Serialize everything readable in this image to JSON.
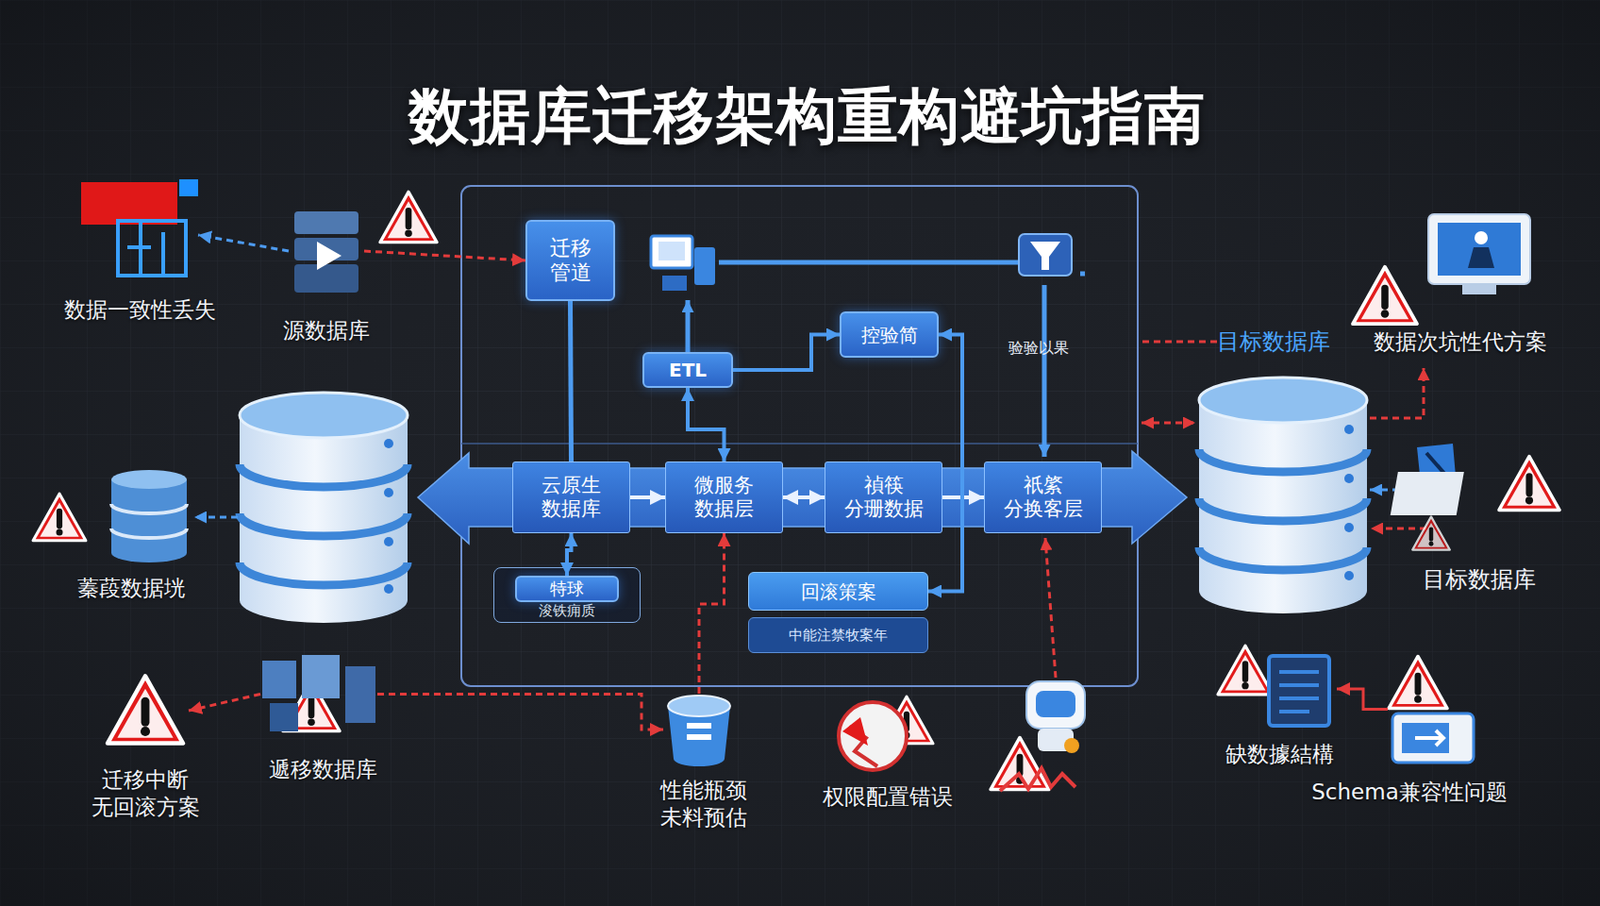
{
  "diagram": {
    "title": "数据库迁移架构重构避坑指南",
    "nodes": [
      {
        "text": [
          "数据一致性丢失"
        ]
      },
      {
        "text": [
          "源数据库"
        ]
      },
      {
        "text": [
          "迁移 管道"
        ]
      },
      {
        "text": [
          "ETL"
        ]
      },
      {
        "text": [
          "控验简"
        ]
      },
      {
        "text": [
          "云原生 数据库"
        ]
      },
      {
        "text": [
          "微服务 数据层"
        ]
      },
      {
        "text": [
          "禎筷 分珊数据"
        ]
      },
      {
        "text": [
          "祇綮 分换客层"
        ]
      },
      {
        "text": [
          "浚铁痈质"
        ]
      },
      {
        "text": [
          "特球"
        ],
        "in": 9
      },
      {
        "text": [
          "回滚策案"
        ]
      },
      {
        "text": [
          "中能注禁牧案年"
        ]
      },
      {
        "text": [
          "蓁葮数据垙"
        ]
      },
      {
        "text": [
          "迁移中断 无回滚方案"
        ]
      },
      {
        "text": [
          "遞移数据库"
        ]
      },
      {
        "text": [
          "性能瓶颈 未料预估"
        ]
      },
      {
        "text": [
          "权限配置错误"
        ]
      },
      {
        "text": [
          "数据次坑性代方案"
        ]
      },
      {
        "text": [
          "缺数據結構"
        ]
      },
      {
        "text": [
          "Schema兼容性问题"
        ]
      }
    ],
    "edges": [
      {
        "from": 1,
        "to": 0,
        "arrow": "to"
      },
      {
        "from": 1,
        "to": 2,
        "arrow": "to"
      },
      {
        "from": 2,
        "to": 5,
        "arrow": "none"
      },
      {
        "from": 3,
        "to": 4,
        "arrow": "to"
      },
      {
        "from": 3,
        "to": 6,
        "arrow": "both"
      },
      {
        "from": 5,
        "to": 6,
        "arrow": "to"
      },
      {
        "from": 6,
        "to": 7,
        "arrow": "both"
      },
      {
        "from": 7,
        "to": 8,
        "arrow": "to"
      },
      {
        "from": 10,
        "to": 5,
        "arrow": "both"
      },
      {
        "from": 4,
        "to": 11,
        "arrow": "both"
      },
      {
        "from": 15,
        "to": 14,
        "arrow": "to"
      },
      {
        "from": 15,
        "to": 16,
        "arrow": "to"
      },
      {
        "from": 16,
        "to": 6,
        "arrow": "to"
      },
      {
        "from": 20,
        "to": 19,
        "arrow": "to"
      }
    ],
    "labels": [
      "验验以果",
      "目标数据库",
      "目标数据库"
    ]
  }
}
